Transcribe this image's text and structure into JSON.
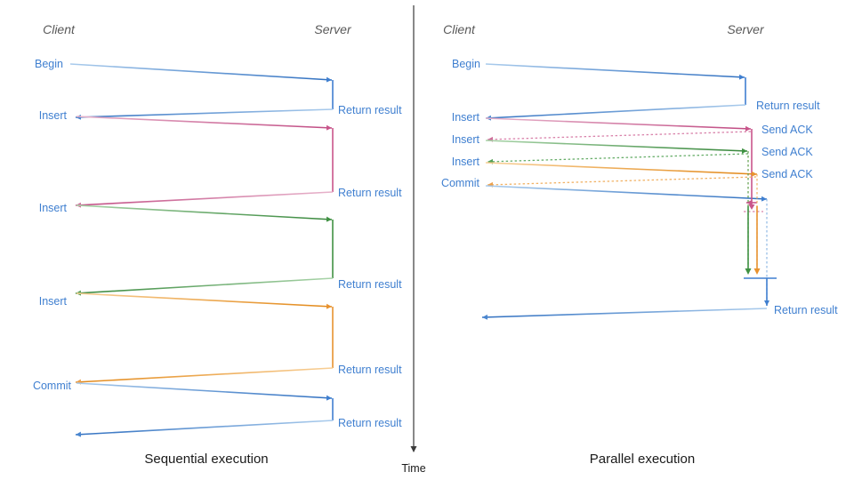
{
  "colors": {
    "blue": "#3f7fd0",
    "blue_light": "#8fb9e4",
    "pink": "#c9558b",
    "pink_light": "#e0a2c0",
    "green": "#3f9142",
    "green_light": "#94c794",
    "orange": "#e8922f",
    "orange_light": "#f5c07c",
    "axis": "#3a3a3a",
    "role": "#595959",
    "caption": "#1a1a1a",
    "background": "#ffffff"
  },
  "panels": {
    "left": {
      "caption": "Sequential execution",
      "client_label": "Client",
      "server_label": "Server",
      "messages": [
        {
          "id": "begin",
          "label": "Begin",
          "color": "blue",
          "return_label": "Return result"
        },
        {
          "id": "insert-1",
          "label": "Insert",
          "color": "pink",
          "return_label": "Return result"
        },
        {
          "id": "insert-2",
          "label": "Insert",
          "color": "green",
          "return_label": "Return result"
        },
        {
          "id": "insert-3",
          "label": "Insert",
          "color": "orange",
          "return_label": "Return result"
        },
        {
          "id": "commit",
          "label": "Commit",
          "color": "blue",
          "return_label": "Return result"
        }
      ]
    },
    "right": {
      "caption": "Parallel execution",
      "client_label": "Client",
      "server_label": "Server",
      "messages": [
        {
          "id": "begin",
          "label": "Begin",
          "color": "blue",
          "reply_label": "Return result"
        },
        {
          "id": "insert-1",
          "label": "Insert",
          "color": "pink",
          "reply_label": "Send ACK"
        },
        {
          "id": "insert-2",
          "label": "Insert",
          "color": "green",
          "reply_label": "Send ACK"
        },
        {
          "id": "insert-3",
          "label": "Insert",
          "color": "orange",
          "reply_label": "Send ACK"
        },
        {
          "id": "commit",
          "label": "Commit",
          "color": "blue",
          "reply_label": "Return result"
        }
      ]
    }
  },
  "time_axis": {
    "label": "Time"
  }
}
